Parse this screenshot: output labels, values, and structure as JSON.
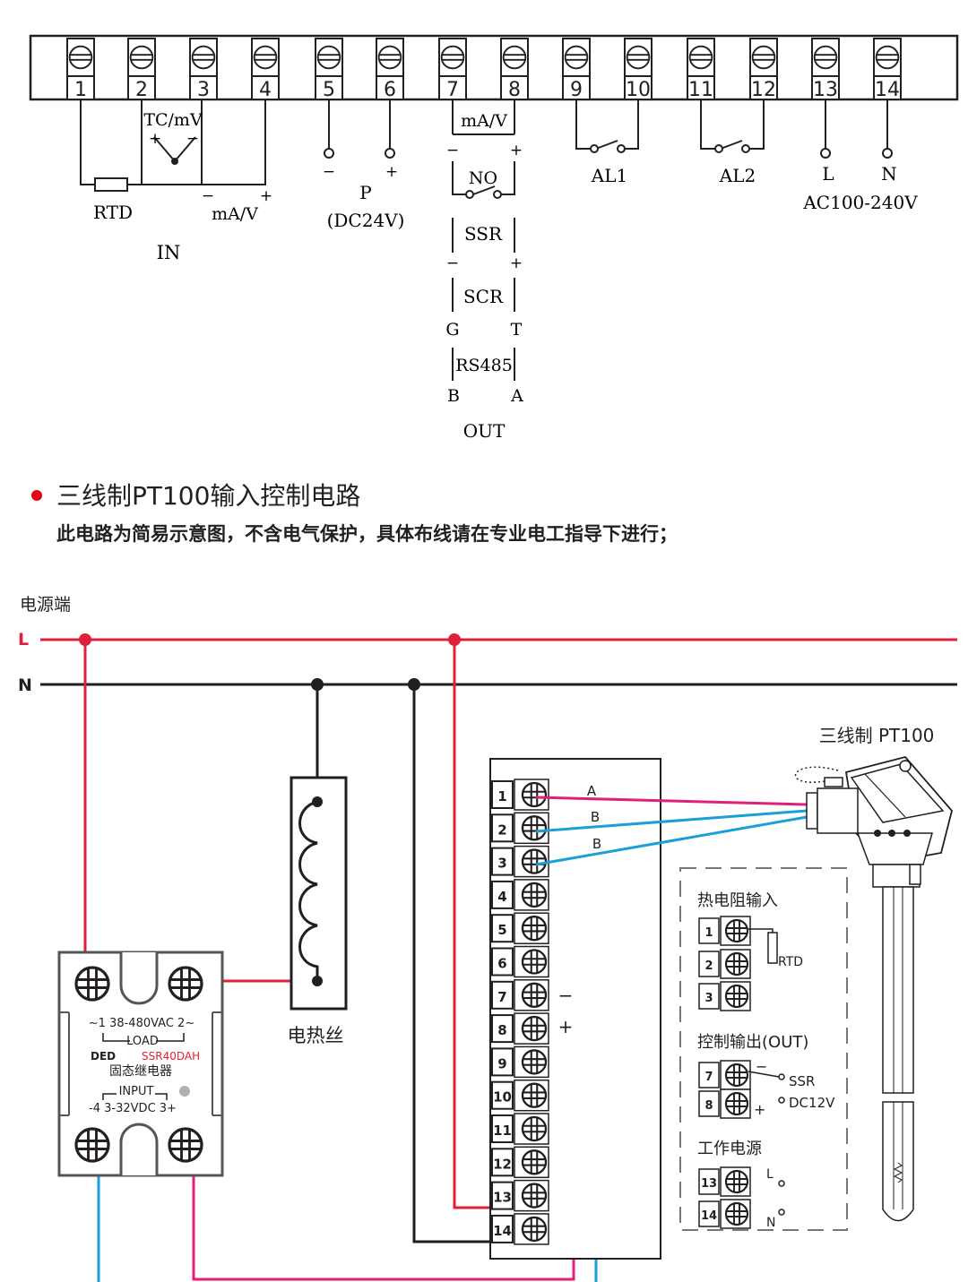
{
  "terminal_block": {
    "numbers": [
      "1",
      "2",
      "3",
      "4",
      "5",
      "6",
      "7",
      "8",
      "9",
      "10",
      "11",
      "12",
      "13",
      "14"
    ]
  },
  "top_diagram": {
    "rtd": "RTD",
    "tc_mv": "TC/mV",
    "plus": "+",
    "minus": "−",
    "ma_v": "mA/V",
    "in": "IN",
    "p": "P",
    "dc24v": "(DC24V)",
    "out_ma_v": "mA/V",
    "no": "NO",
    "ssr": "SSR",
    "scr": "SCR",
    "g": "G",
    "t": "T",
    "rs485": "RS485",
    "b": "B",
    "a": "A",
    "out": "OUT",
    "al1": "AL1",
    "al2": "AL2",
    "l": "L",
    "n": "N",
    "ac": "AC100-240V"
  },
  "section": {
    "title": "三线制PT100输入控制电路",
    "subtitle": "此电路为简易示意图，不含电气保护，具体布线请在专业电工指导下进行；",
    "bullet_color": "#e60012"
  },
  "wiring": {
    "power_label": "电源端",
    "l_label": "L",
    "n_label": "N",
    "heater_label": "电热丝",
    "pt100_label": "三线制  PT100",
    "wire_a": "A",
    "wire_b1": "B",
    "wire_b2": "B",
    "term_minus": "−",
    "term_plus": "+",
    "colors": {
      "live": "#e0203a",
      "neutral": "#231f20",
      "blue": "#1a9fd8",
      "magenta": "#e0207a"
    }
  },
  "ssr": {
    "ac_line": "~1  38-480VAC  2~",
    "load": "LOAD",
    "ded": "DED",
    "model": "SSR40DAH",
    "name": "固态继电器",
    "input": "INPUT",
    "dc_line": "-4  3-32VDC  3+"
  },
  "legend": {
    "rtd_input": "热电阻输入",
    "rtd": "RTD",
    "ctrl_output": "控制输出(OUT)",
    "ssr": "SSR",
    "dc12v": "DC12V",
    "power": "工作电源",
    "l": "L",
    "n": "N",
    "minus": "−",
    "plus": "+",
    "t1": "1",
    "t2": "2",
    "t3": "3",
    "t7": "7",
    "t8": "8",
    "t13": "13",
    "t14": "14"
  }
}
